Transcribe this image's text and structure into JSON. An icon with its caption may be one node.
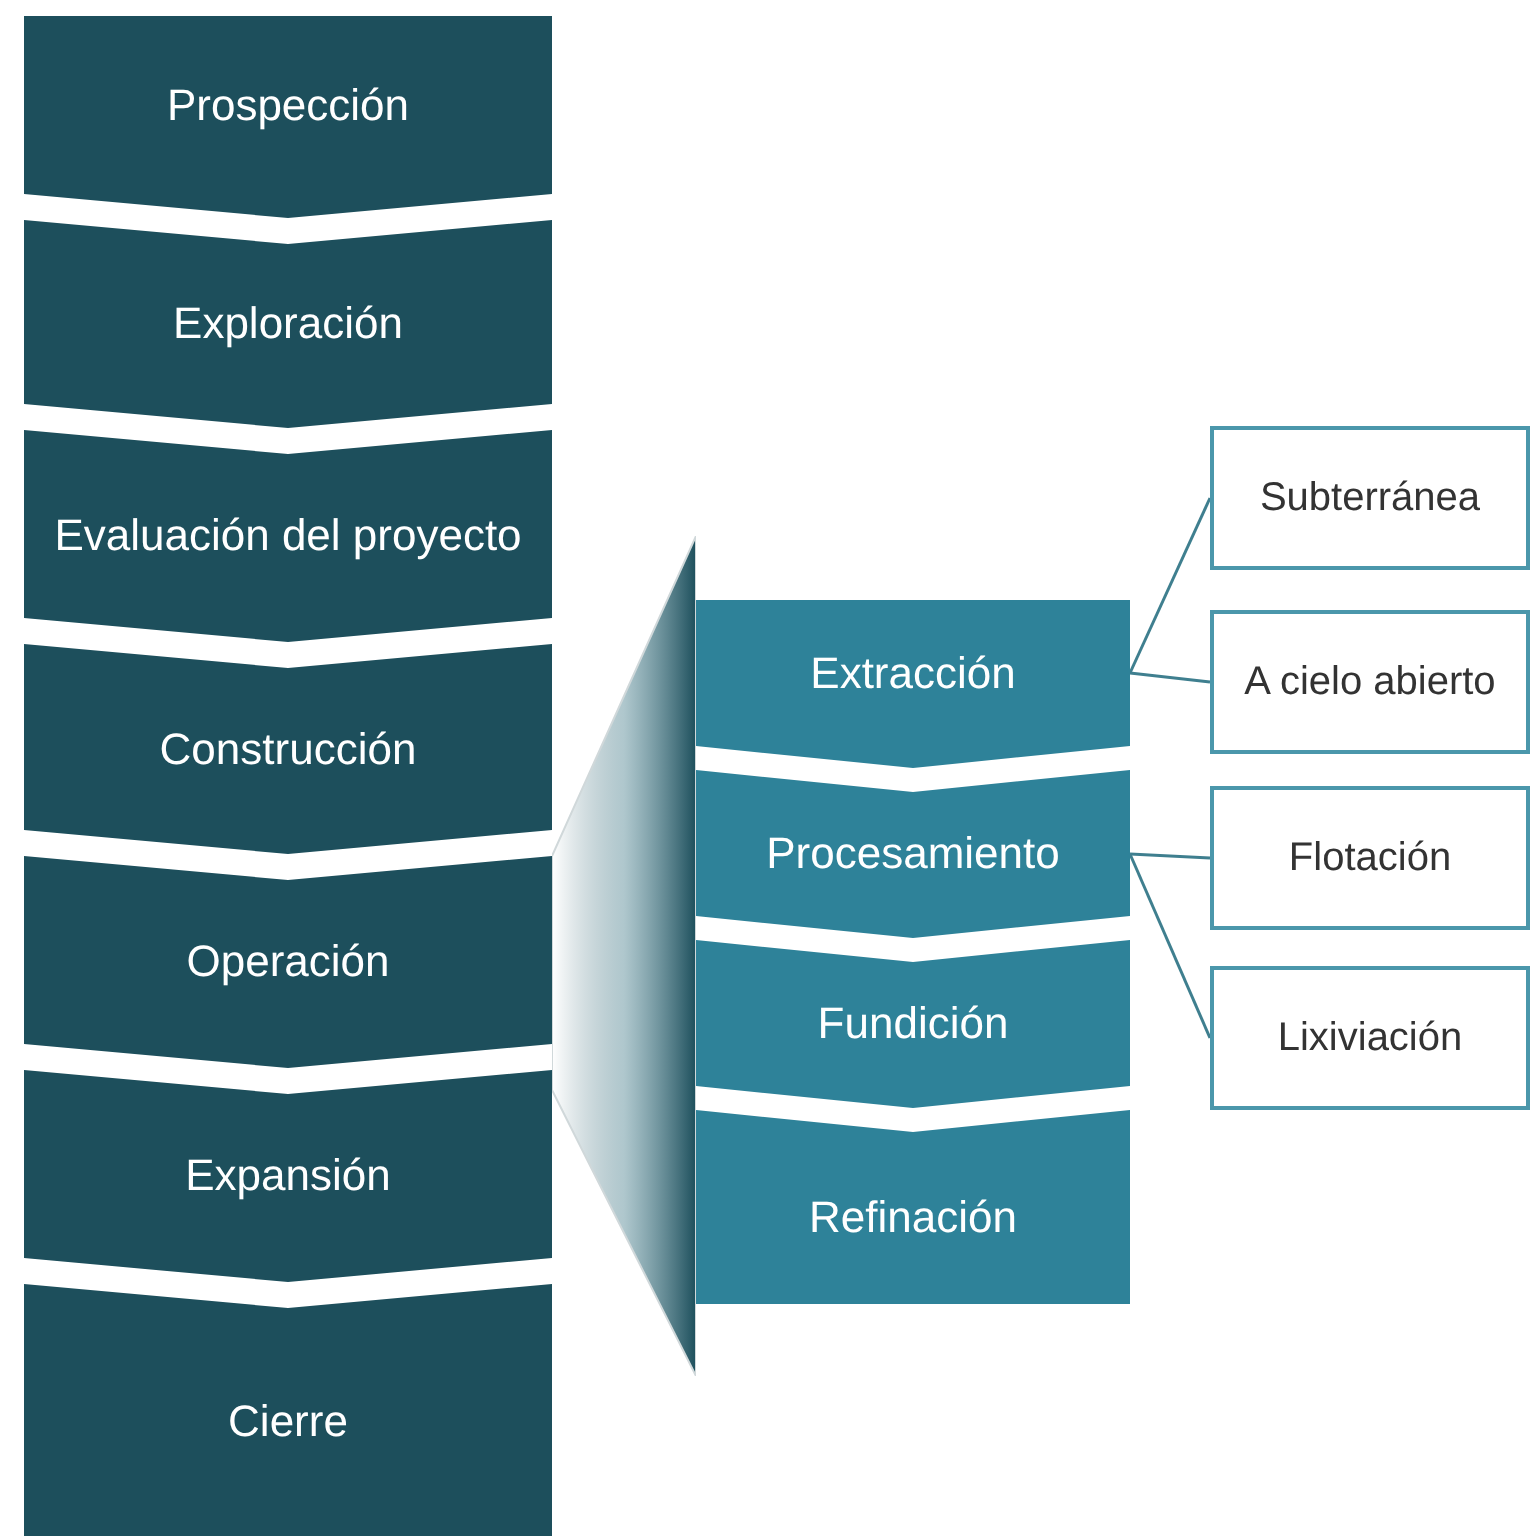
{
  "diagram": {
    "nodes": [
      {
        "text": [
          "Prospección"
        ]
      },
      {
        "text": [
          "Exploración"
        ]
      },
      {
        "text": [
          "Evaluación del proyecto"
        ]
      },
      {
        "text": [
          "Construcción"
        ]
      },
      {
        "text": [
          "Operación"
        ]
      },
      {
        "text": [
          "Expansión"
        ]
      },
      {
        "text": [
          "Cierre"
        ]
      },
      {
        "text": [
          "Extracción"
        ]
      },
      {
        "text": [
          "Procesamiento"
        ]
      },
      {
        "text": [
          "Fundición"
        ]
      },
      {
        "text": [
          "Refinación"
        ]
      },
      {
        "text": [
          "Subterránea"
        ]
      },
      {
        "text": [
          "A cielo abierto"
        ]
      },
      {
        "text": [
          "Flotación"
        ]
      },
      {
        "text": [
          "Lixiviación"
        ]
      },
      {
        "text": [],
        "shape": "funnel"
      }
    ],
    "edges": [
      {
        "from": 7,
        "to": 11,
        "arrow": "none"
      },
      {
        "from": 7,
        "to": 12,
        "arrow": "none"
      },
      {
        "from": 8,
        "to": 13,
        "arrow": "none"
      },
      {
        "from": 8,
        "to": 14,
        "arrow": "none"
      }
    ]
  }
}
